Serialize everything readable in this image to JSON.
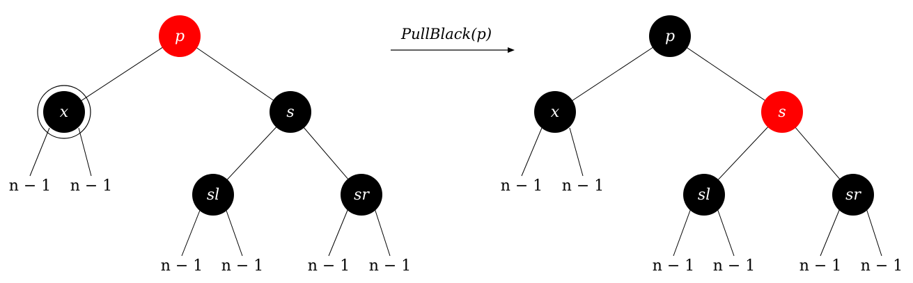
{
  "colors": {
    "red": "#ff0000",
    "black": "#000000"
  },
  "operation": {
    "label": "PullBlack(p)"
  },
  "leaf_label": "n − 1",
  "trees": [
    {
      "id": "before",
      "nodes": {
        "p": {
          "label": "p",
          "color": "red"
        },
        "x": {
          "label": "x",
          "color": "black",
          "double_black": true
        },
        "s": {
          "label": "s",
          "color": "black"
        },
        "sl": {
          "label": "sl",
          "color": "black"
        },
        "sr": {
          "label": "sr",
          "color": "black"
        }
      }
    },
    {
      "id": "after",
      "nodes": {
        "p": {
          "label": "p",
          "color": "black"
        },
        "x": {
          "label": "x",
          "color": "black",
          "double_black": false
        },
        "s": {
          "label": "s",
          "color": "red"
        },
        "sl": {
          "label": "sl",
          "color": "black"
        },
        "sr": {
          "label": "sr",
          "color": "black"
        }
      }
    }
  ]
}
